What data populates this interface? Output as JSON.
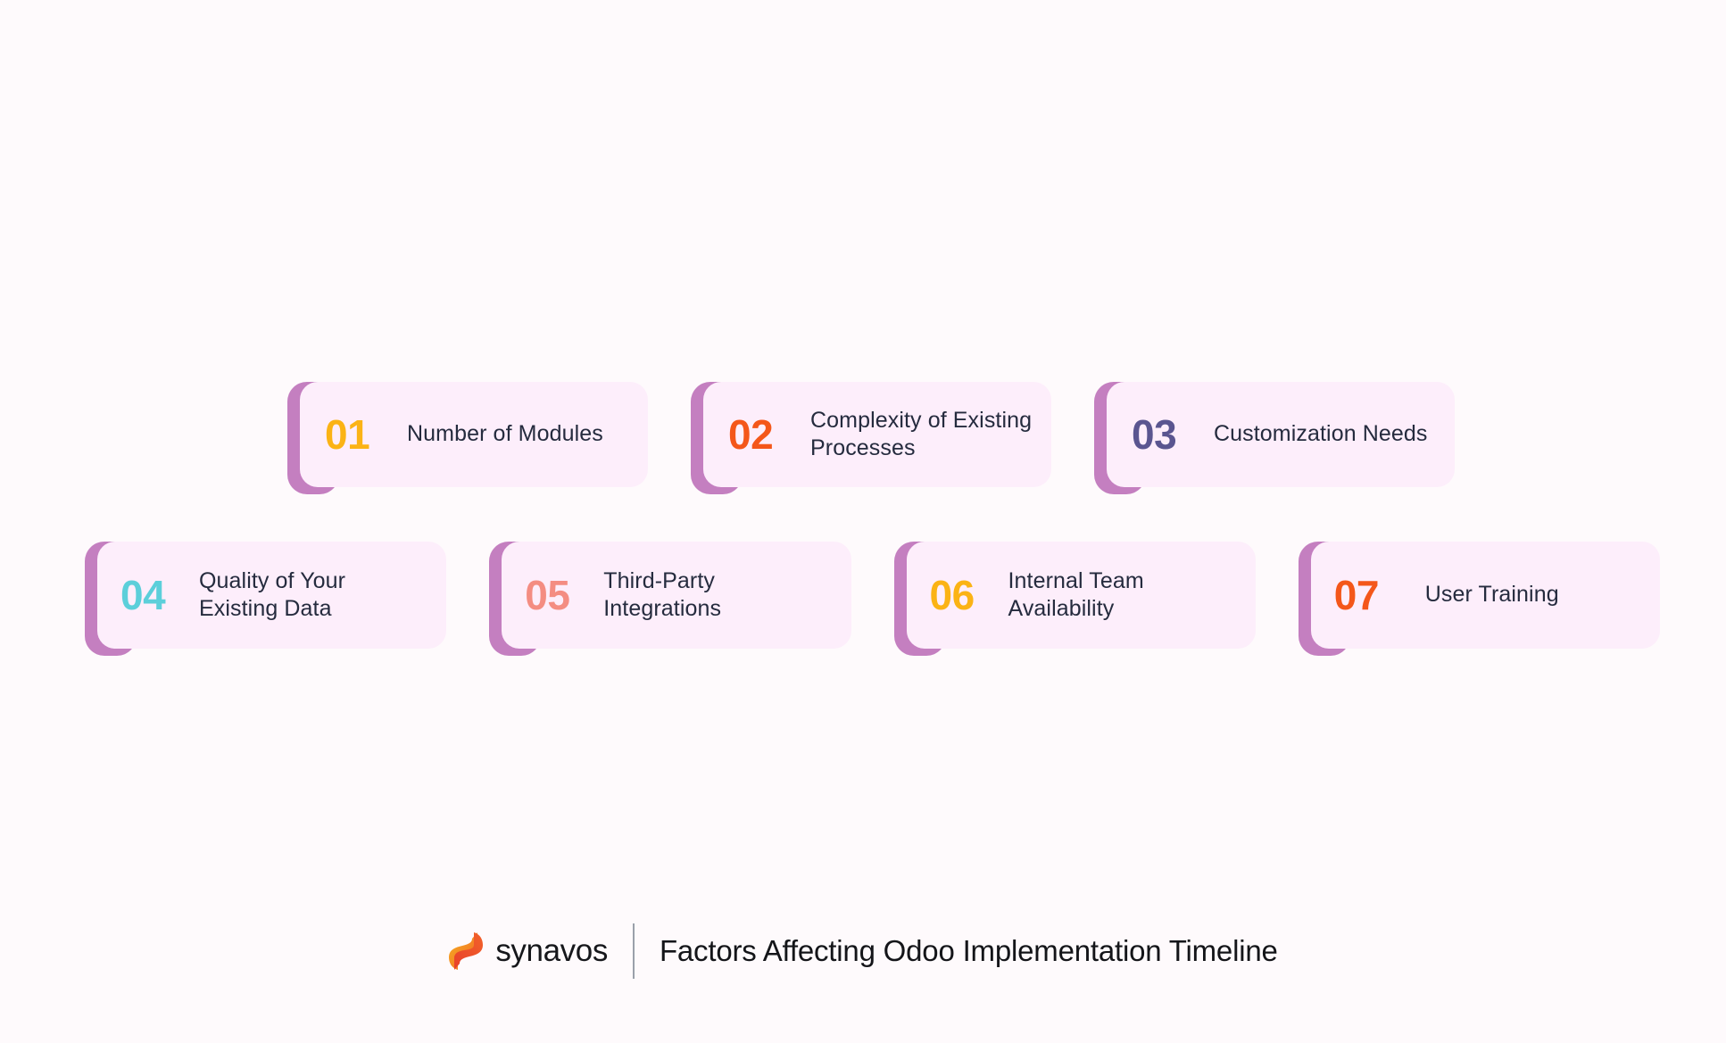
{
  "background_color": "#fefafc",
  "theme": {
    "accent_bar_color": "#c47fc0",
    "card_background": "#fdeefb",
    "label_text_color": "#252b3e"
  },
  "rows": [
    {
      "id": "row-1",
      "cards": [
        {
          "number": "01",
          "label": "Number of Modules",
          "number_color": "#fbb315",
          "single_line": false
        },
        {
          "number": "02",
          "label": "Complexity of Existing Processes",
          "number_color": "#f4571a",
          "single_line": false
        },
        {
          "number": "03",
          "label": "Customization Needs",
          "number_color": "#5a5590",
          "single_line": false
        }
      ]
    },
    {
      "id": "row-2",
      "cards": [
        {
          "number": "04",
          "label": "Quality of Your Existing Data",
          "number_color": "#5ccfda",
          "single_line": false
        },
        {
          "number": "05",
          "label": "Third-Party Integrations",
          "number_color": "#f48d82",
          "single_line": false
        },
        {
          "number": "06",
          "label": "Internal Team Availability",
          "number_color": "#fbb315",
          "single_line": false
        },
        {
          "number": "07",
          "label": "User Training",
          "number_color": "#f4571a",
          "single_line": true
        }
      ]
    }
  ],
  "footer": {
    "brand_name": "synavos",
    "logo_icon": "synavos-s-mark-icon",
    "logo_colors": {
      "top": "#f6b41f",
      "mid": "#f2622a",
      "bottom": "#e8402a"
    },
    "title": "Factors Affecting Odoo Implementation Timeline"
  }
}
